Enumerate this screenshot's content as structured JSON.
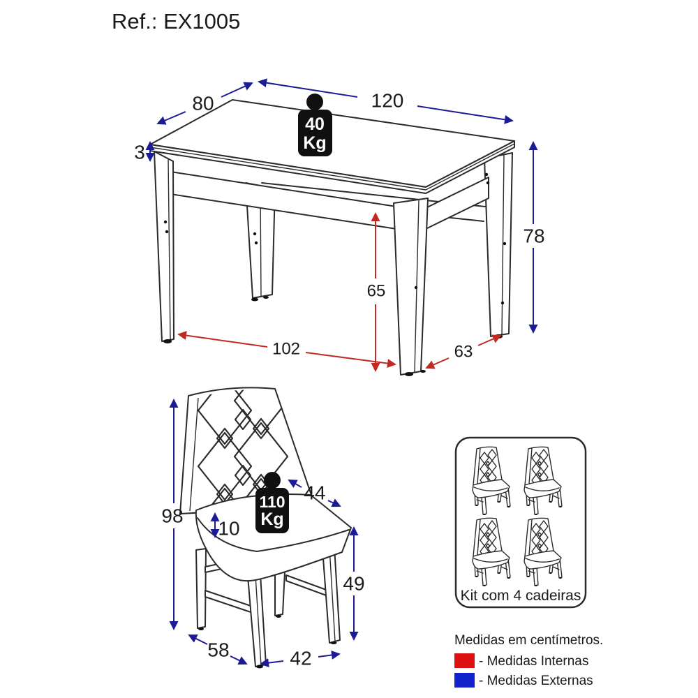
{
  "title": "Ref.: EX1005",
  "units_note": "Medidas em centímetros.",
  "table": {
    "weight_capacity": {
      "value": "40",
      "unit": "Kg"
    },
    "dims": {
      "length": "120",
      "depth": "80",
      "top_thickness": "3",
      "height": "78",
      "internal_height": "65",
      "internal_length": "102",
      "internal_depth": "63"
    }
  },
  "chair": {
    "weight_capacity": {
      "value": "110",
      "unit": "Kg"
    },
    "dims": {
      "height": "98",
      "seat_width": "44",
      "cushion_thickness": "10",
      "seat_height": "49",
      "depth": "58",
      "width": "42"
    }
  },
  "kit": {
    "label": "Kit com 4 cadeiras",
    "chair_count": 4
  },
  "legend": {
    "title": "Medidas em centímetros.",
    "items": [
      {
        "label": "- Medidas Internas",
        "color": "#dd1111"
      },
      {
        "label": "- Medidas Externas",
        "color": "#1122cc"
      }
    ]
  },
  "colors": {
    "external_arrow_blue": "#1b1b96",
    "internal_arrow_red": "#bf2a22",
    "drawing_line": "#2b2b2b",
    "weight_tag_black": "#101010"
  }
}
